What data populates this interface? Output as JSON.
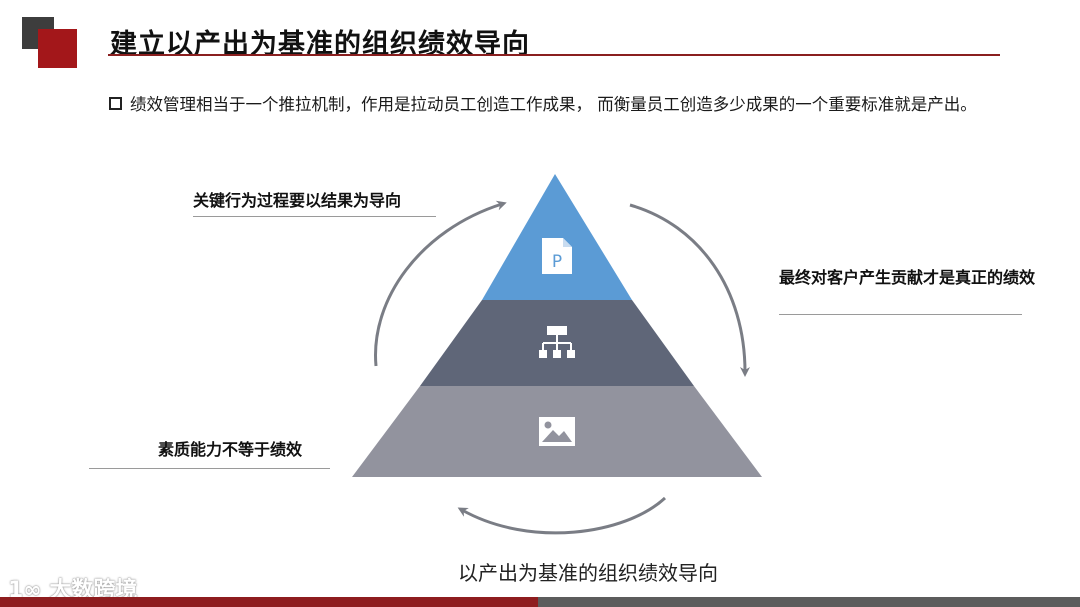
{
  "header": {
    "title": "建立以产出为基准的组织绩效导向",
    "colors": {
      "dark_square": "#3d3d3d",
      "red_square": "#a3171a",
      "rule": "#8a1f1f"
    }
  },
  "bullet": {
    "text": "绩效管理相当于一个推拉机制，作用是拉动员工创造工作成果， 而衡量员工创造多少成果的一个重要标准就是产出。"
  },
  "diagram": {
    "labels": {
      "top_left": "关键行为过程要以结果为导向",
      "right": "最终对客户产生贡献才是真正的绩效",
      "bottom_left": "素质能力不等于绩效",
      "caption": "以产出为基准的组织绩效导向"
    },
    "pyramid": {
      "tiers": [
        {
          "name": "top",
          "icon": "document-icon",
          "color": "#5b9bd5"
        },
        {
          "name": "middle",
          "icon": "org-chart-icon",
          "color": "#5f6678"
        },
        {
          "name": "bottom",
          "icon": "image-icon",
          "color": "#92939e"
        }
      ],
      "arrow_color": "#7a7d85"
    }
  },
  "watermark": {
    "text": "大数跨境",
    "mark": "1∞"
  },
  "footer": {
    "colors": {
      "left": "#8e1d1f",
      "right": "#5c5c5c"
    }
  }
}
